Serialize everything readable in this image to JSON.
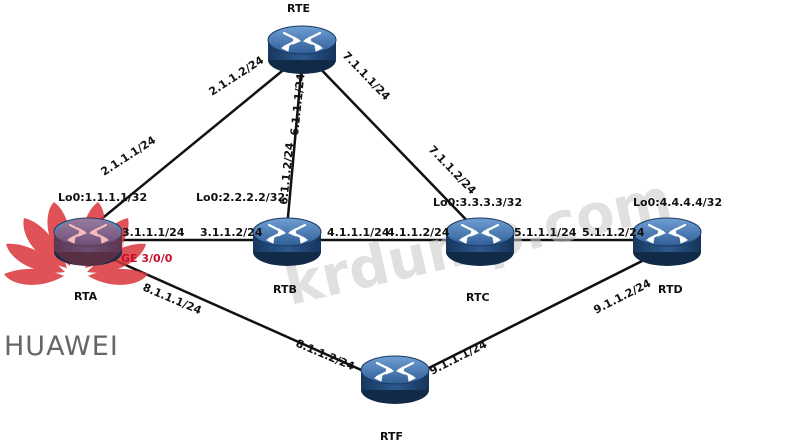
{
  "routers": {
    "rte": {
      "name": "RTE"
    },
    "rta": {
      "name": "RTA",
      "loopback": "Lo0:1.1.1.1/32",
      "iface": "GE 3/0/0"
    },
    "rtb": {
      "name": "RTB",
      "loopback": "Lo0:2.2.2.2/32"
    },
    "rtc": {
      "name": "RTC",
      "loopback": "Lo0:3.3.3.3/32"
    },
    "rtd": {
      "name": "RTD",
      "loopback": "Lo0:4.4.4.4/32"
    },
    "rtf": {
      "name": "RTF"
    }
  },
  "links": {
    "rta_rte": {
      "a": "2.1.1.1/24",
      "b": "2.1.1.2/24"
    },
    "rtb_rte": {
      "a": "6.1.1.2/24",
      "b": "6.1.1.1/24"
    },
    "rte_rtc": {
      "a": "7.1.1.1/24",
      "b": "7.1.1.2/24"
    },
    "rta_rtb": {
      "a": "3.1.1.1/24",
      "b": "3.1.1.2/24"
    },
    "rtb_rtc": {
      "a": "4.1.1.1/24",
      "b": "4.1.1.2/24"
    },
    "rtc_rtd": {
      "a": "5.1.1.1/24",
      "b": "5.1.1.2/24"
    },
    "rta_rtf": {
      "a": "8.1.1.1/24",
      "b": "8.1.1.2/24"
    },
    "rtf_rtd": {
      "a": "9.1.1.1/24",
      "b": "9.1.1.2/24"
    }
  },
  "watermark": "krdump.com",
  "logo": {
    "text": "HUAWEI",
    "color": "#c8102e"
  },
  "colors": {
    "router_top": "#4f7fb8",
    "router_body": "#1f4677",
    "router_red": "#d9454a"
  }
}
